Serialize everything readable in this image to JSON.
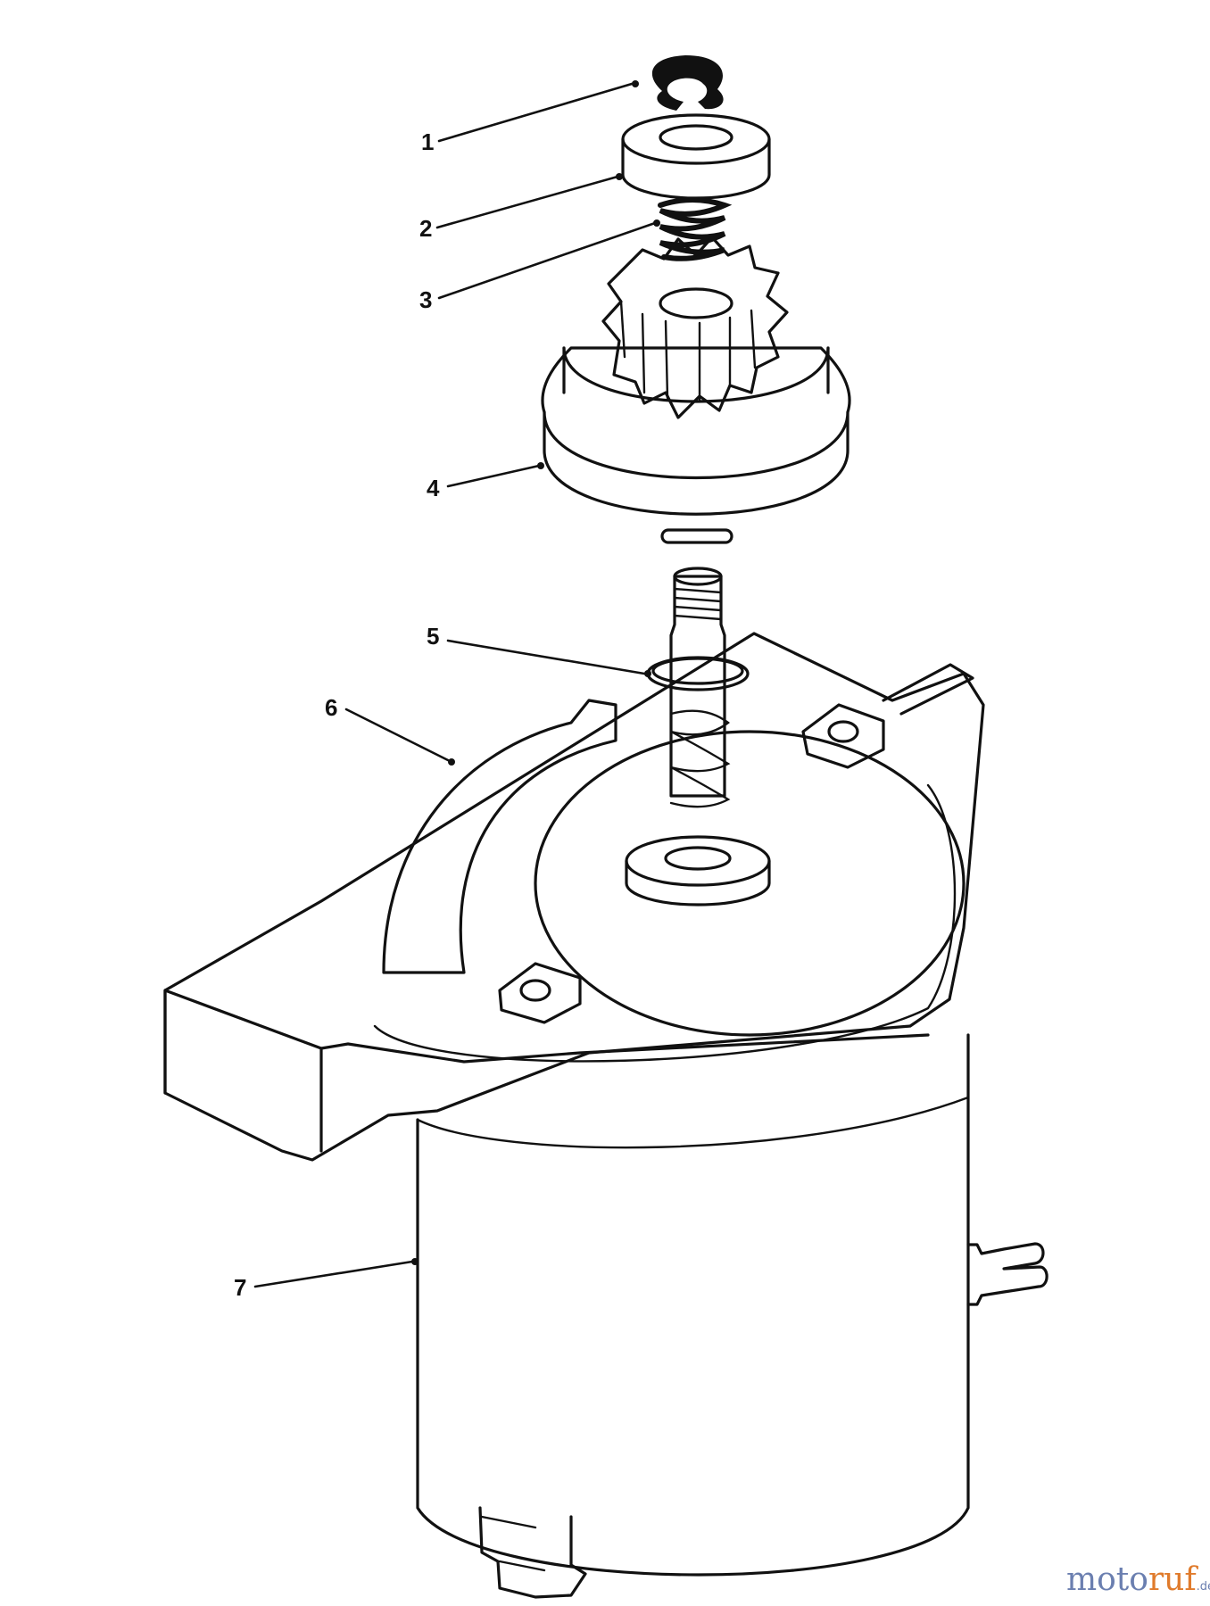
{
  "callouts": [
    {
      "number": "1",
      "part": "retaining-ring"
    },
    {
      "number": "2",
      "part": "stop-nut"
    },
    {
      "number": "3",
      "part": "spring"
    },
    {
      "number": "4",
      "part": "drive-gear"
    },
    {
      "number": "5",
      "part": "ring"
    },
    {
      "number": "6",
      "part": "mounting-bracket"
    },
    {
      "number": "7",
      "part": "starter-motor"
    }
  ],
  "watermark": {
    "part_a": "moto",
    "part_b": "ruf",
    "part_c": ".de",
    "color_a": "#6b7fb0",
    "color_b": "#e07b2c"
  }
}
